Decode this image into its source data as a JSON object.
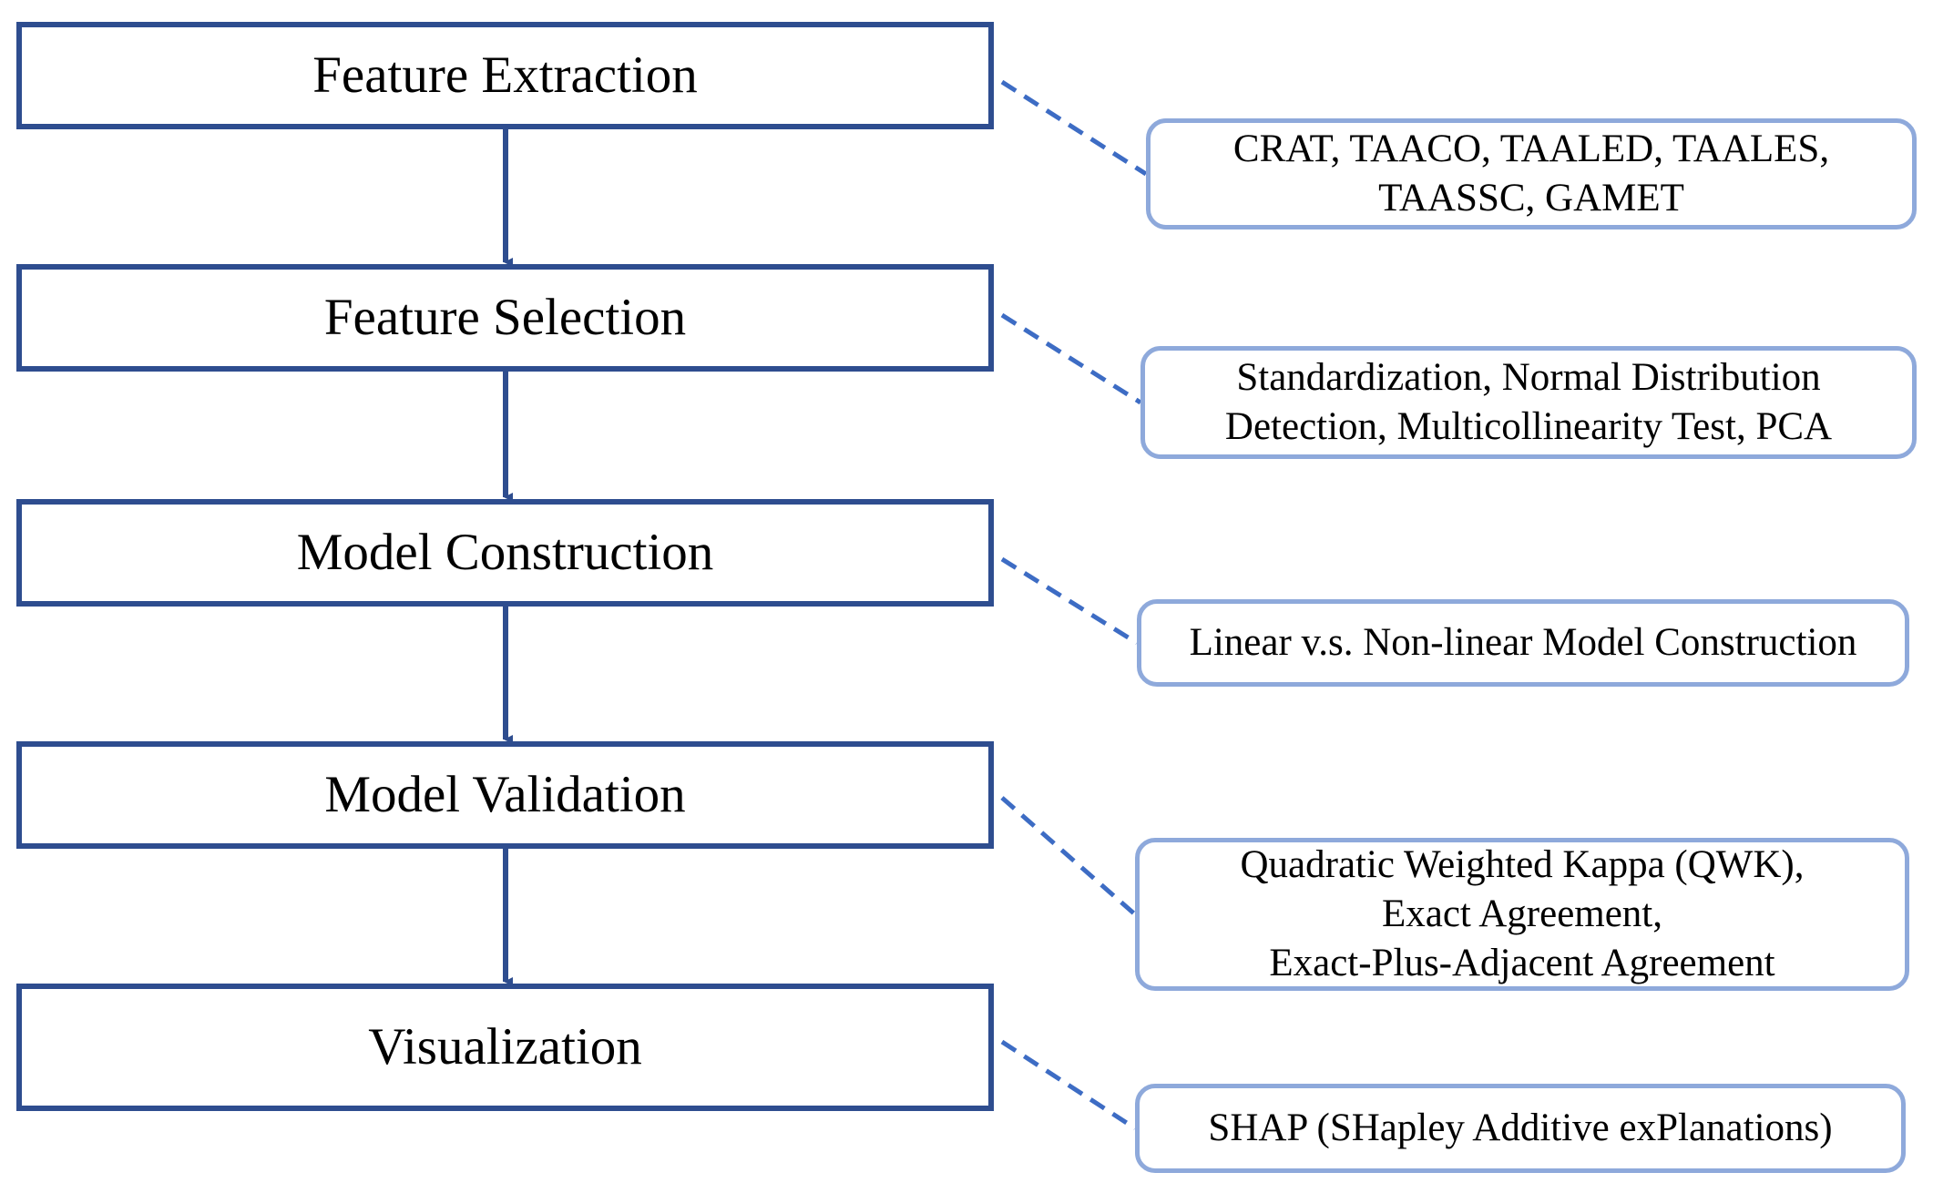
{
  "steps": [
    {
      "id": "feature-extraction",
      "label": "Feature Extraction"
    },
    {
      "id": "feature-selection",
      "label": "Feature Selection"
    },
    {
      "id": "model-construction",
      "label": "Model Construction"
    },
    {
      "id": "model-validation",
      "label": "Model Validation"
    },
    {
      "id": "visualization",
      "label": "Visualization"
    }
  ],
  "notes": [
    {
      "id": "feature-extraction-tools",
      "lines": [
        "CRAT, TAACO, TAALED, TAALES,",
        "TAASSC, GAMET"
      ]
    },
    {
      "id": "feature-selection-methods",
      "lines": [
        "Standardization, Normal Distribution",
        "Detection, Multicollinearity Test, PCA"
      ]
    },
    {
      "id": "model-construction-methods",
      "lines": [
        "Linear v.s. Non-linear Model Construction"
      ]
    },
    {
      "id": "model-validation-metrics",
      "lines": [
        "Quadratic Weighted Kappa (QWK),",
        "Exact Agreement,",
        "Exact-Plus-Adjacent Agreement"
      ]
    },
    {
      "id": "visualization-method",
      "lines": [
        "SHAP (SHapley Additive exPlanations)"
      ]
    }
  ],
  "colors": {
    "step_border": "#2E4D8F",
    "note_border": "#8EA9DB",
    "arrow": "#2E4D8F",
    "connector": "#3D6CC4"
  }
}
